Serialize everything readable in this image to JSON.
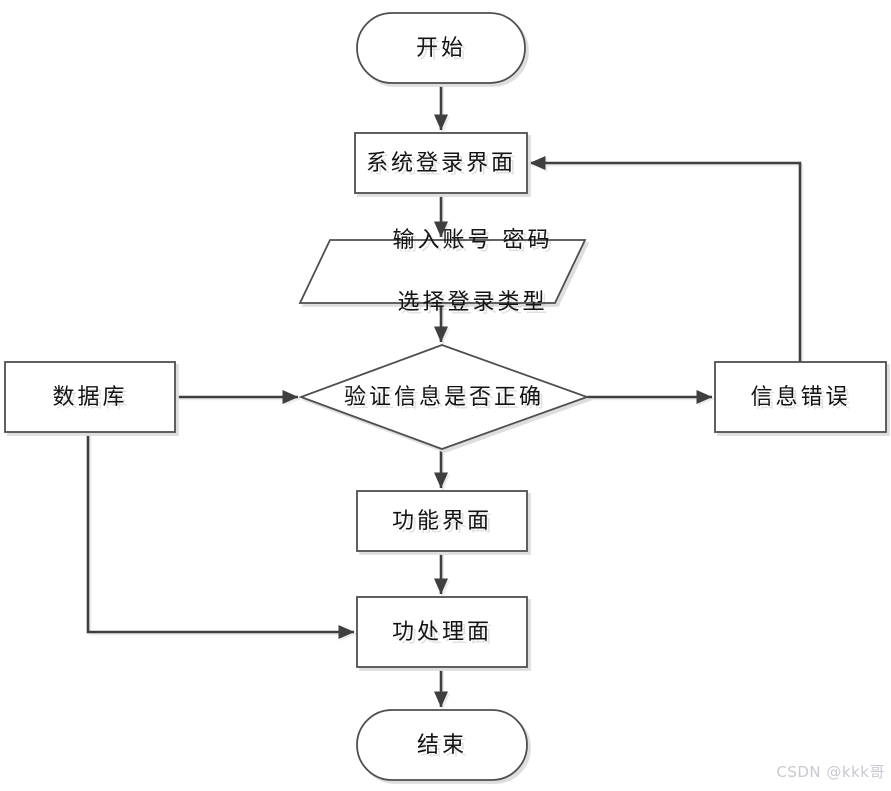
{
  "diagram": {
    "type": "flowchart",
    "nodes": {
      "start": {
        "label": "开始",
        "shape": "terminator"
      },
      "login": {
        "label": "系统登录界面",
        "shape": "process"
      },
      "input": {
        "line1": "输入账号 密码",
        "line2": "选择登录类型",
        "shape": "io"
      },
      "verify": {
        "label": "验证信息是否正确",
        "shape": "decision"
      },
      "database": {
        "label": "数据库",
        "shape": "process"
      },
      "info_error": {
        "label": "信息错误",
        "shape": "process"
      },
      "function_ui": {
        "label": "功能界面",
        "shape": "process"
      },
      "process_ui": {
        "label": "功处理面",
        "shape": "process"
      },
      "end": {
        "label": "结束",
        "shape": "terminator"
      }
    },
    "edges": [
      {
        "from": "start",
        "to": "login"
      },
      {
        "from": "login",
        "to": "input"
      },
      {
        "from": "input",
        "to": "verify"
      },
      {
        "from": "verify",
        "to": "function_ui"
      },
      {
        "from": "verify",
        "to": "info_error"
      },
      {
        "from": "info_error",
        "to": "login"
      },
      {
        "from": "database",
        "to": "verify"
      },
      {
        "from": "database",
        "to": "process_ui"
      },
      {
        "from": "function_ui",
        "to": "process_ui"
      },
      {
        "from": "process_ui",
        "to": "end"
      }
    ],
    "watermark": "CSDN @kkk哥",
    "colors": {
      "line": "#3f3f3f",
      "border": "#4f4f4f",
      "fill": "#ffffff",
      "background": "#ffffff",
      "watermark": "#c9c9d1"
    }
  }
}
